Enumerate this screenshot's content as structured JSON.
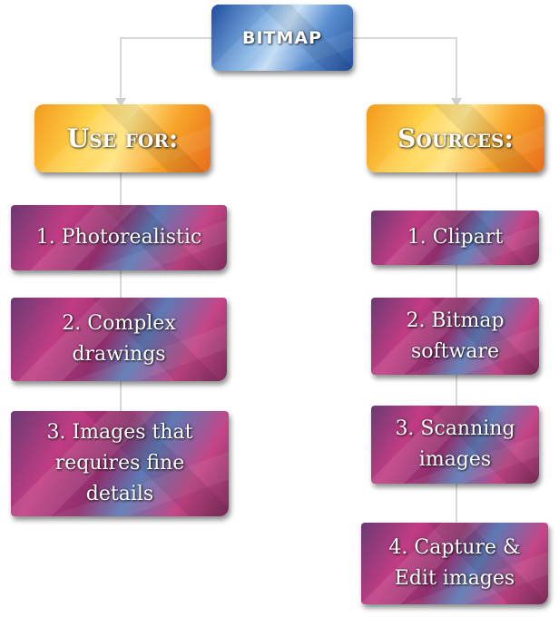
{
  "root": {
    "label": "BITMAP"
  },
  "left": {
    "header": "Use for:",
    "items": [
      [
        "1. Photorealistic"
      ],
      [
        "2. Complex",
        "drawings"
      ],
      [
        "3. Images that",
        "requires fine",
        "details"
      ]
    ]
  },
  "right": {
    "header": "Sources:",
    "items": [
      [
        "1. Clipart"
      ],
      [
        "2. Bitmap",
        "software"
      ],
      [
        "3. Scanning",
        "images"
      ],
      [
        "4. Capture &",
        "Edit images"
      ]
    ]
  },
  "colors": {
    "root": "#3f73c4",
    "header": "#f5a623",
    "item": "#a8336f",
    "connector": "#d8d8d8"
  }
}
